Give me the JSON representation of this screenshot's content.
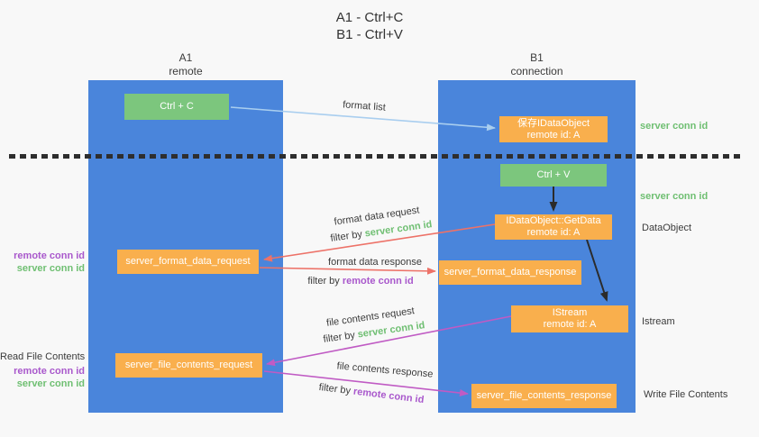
{
  "title": {
    "line1": "A1 - Ctrl+C",
    "line2": "B1 - Ctrl+V"
  },
  "columns": {
    "left": {
      "name": "A1",
      "role": "remote"
    },
    "right": {
      "name": "B1",
      "role": "connection"
    }
  },
  "nodes": {
    "ctrl_c": {
      "label": "Ctrl + C"
    },
    "save_dataobject": {
      "line1": "保存IDataObject",
      "line2": "remote id: A"
    },
    "ctrl_v": {
      "label": "Ctrl + V"
    },
    "getdata": {
      "line1": "IDataObject::GetData",
      "line2": "remote id: A"
    },
    "format_request": {
      "label": "server_format_data_request"
    },
    "format_response": {
      "label": "server_format_data_response"
    },
    "istream": {
      "line1": "IStream",
      "line2": "remote id: A"
    },
    "file_request": {
      "label": "server_file_contents_request"
    },
    "file_response": {
      "label": "server_file_contents_response"
    }
  },
  "right_labels": {
    "server_conn_id_top": "server conn id",
    "server_conn_id_mid": "server conn id",
    "dataobject": "DataObject",
    "istream": "Istream",
    "write_file_contents": "Write File Contents"
  },
  "left_labels": {
    "remote_conn_id_top": "remote conn id",
    "server_conn_id_top": "server conn id",
    "read_file_contents": "Read File Contents",
    "remote_conn_id_bottom": "remote conn id",
    "server_conn_id_bottom": "server conn id"
  },
  "arrow_labels": {
    "format_list": "format list",
    "format_data_request": "format data request",
    "filter_by_1": "filter by ",
    "filter_server_1": "server conn id",
    "format_data_response": "format data response",
    "filter_by_2": "filter by ",
    "filter_remote_2": "remote conn id",
    "file_contents_request": "file contents request",
    "filter_by_3": "filter by ",
    "filter_server_3": "server conn id",
    "file_contents_response": "file contents response",
    "filter_by_4": "filter by ",
    "filter_remote_4": "remote conn id"
  },
  "colors": {
    "background": "#F8F8F8",
    "column_blue": "#4A85DB",
    "box_green": "#7CC67D",
    "box_orange": "#F9AF4D",
    "arrow_black": "#2B2B2B",
    "arrow_salmon": "#ED7268",
    "arrow_magenta": "#C05BC4",
    "arrow_lightblue": "#A9CEEF",
    "label_green": "#6FBF72",
    "label_purple": "#A958CC",
    "text_dark": "#3B3B3B"
  }
}
